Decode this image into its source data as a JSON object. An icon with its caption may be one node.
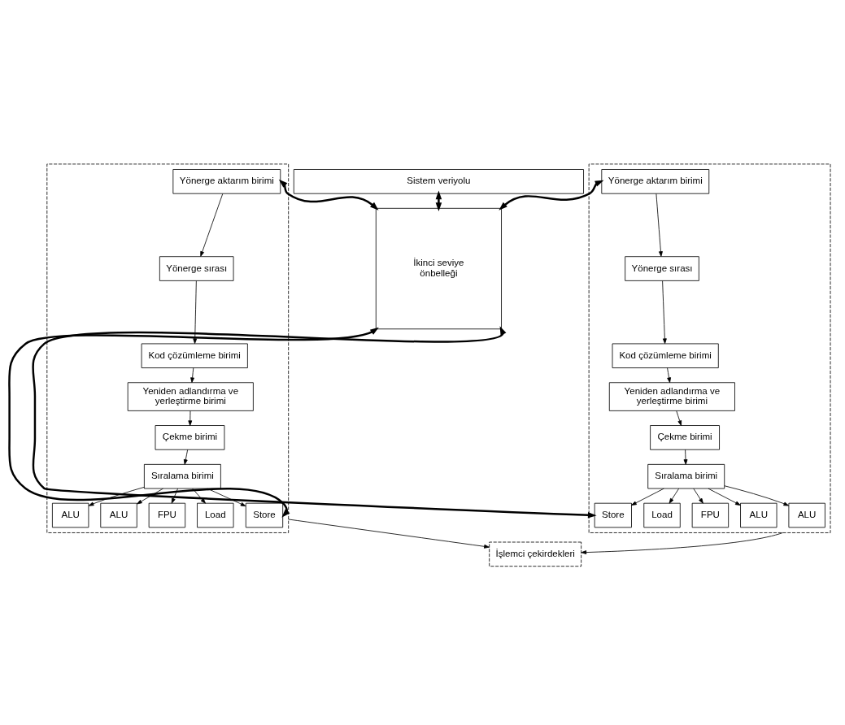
{
  "diagram": {
    "nodes": [
      {
        "text": [
          "Sistem veriyolu"
        ]
      },
      {
        "text": [],
        "shape": "box"
      },
      {
        "text": [
          "Yönerge aktarım birimi"
        ],
        "in": 1
      },
      {
        "text": [
          "Yönerge sırası"
        ],
        "in": 1
      },
      {
        "text": [
          "Kod çözümleme birimi"
        ],
        "in": 1
      },
      {
        "text": [
          "Yeniden adlandırma ve yerleştirme birimi"
        ],
        "in": 1
      },
      {
        "text": [
          "Çekme birimi"
        ],
        "in": 1
      },
      {
        "text": [
          "Sıralama birimi"
        ],
        "in": 1
      },
      {
        "text": [
          "ALU"
        ],
        "in": 1
      },
      {
        "text": [
          "ALU"
        ],
        "in": 1
      },
      {
        "text": [
          "FPU"
        ],
        "in": 1
      },
      {
        "text": [
          "Load"
        ],
        "in": 1
      },
      {
        "text": [
          "Store"
        ],
        "in": 1
      },
      {
        "text": [
          "İkinci seviye önbelleği"
        ]
      },
      {
        "text": [],
        "shape": "box"
      },
      {
        "text": [
          "Yönerge aktarım birimi"
        ],
        "in": 14
      },
      {
        "text": [
          "Yönerge sırası"
        ],
        "in": 14
      },
      {
        "text": [
          "Kod çözümleme birimi"
        ],
        "in": 14
      },
      {
        "text": [
          "Yeniden adlandırma ve yerleştirme birimi"
        ],
        "in": 14
      },
      {
        "text": [
          "Çekme birimi"
        ],
        "in": 14
      },
      {
        "text": [
          "Sıralama birimi"
        ],
        "in": 14
      },
      {
        "text": [
          "Store"
        ],
        "in": 14
      },
      {
        "text": [
          "Load"
        ],
        "in": 14
      },
      {
        "text": [
          "FPU"
        ],
        "in": 14
      },
      {
        "text": [
          "ALU"
        ],
        "in": 14
      },
      {
        "text": [
          "ALU"
        ],
        "in": 14
      },
      {
        "text": [
          "İşlemci çekirdekleri"
        ]
      }
    ],
    "edges": [
      {
        "from": 0,
        "to": 13,
        "arrow": "both",
        "style": "thick"
      },
      {
        "from": 2,
        "to": 13,
        "arrow": "both",
        "style": "thick"
      },
      {
        "from": 15,
        "to": 13,
        "arrow": "both",
        "style": "thick"
      },
      {
        "from": 2,
        "to": 3,
        "arrow": "to"
      },
      {
        "from": 3,
        "to": 4,
        "arrow": "to"
      },
      {
        "from": 4,
        "to": 5,
        "arrow": "to"
      },
      {
        "from": 5,
        "to": 6,
        "arrow": "to"
      },
      {
        "from": 6,
        "to": 7,
        "arrow": "to"
      },
      {
        "from": 7,
        "to": 8,
        "arrow": "to"
      },
      {
        "from": 7,
        "to": 9,
        "arrow": "to"
      },
      {
        "from": 7,
        "to": 10,
        "arrow": "to"
      },
      {
        "from": 7,
        "to": 11,
        "arrow": "to"
      },
      {
        "from": 7,
        "to": 12,
        "arrow": "to"
      },
      {
        "from": 15,
        "to": 16,
        "arrow": "to"
      },
      {
        "from": 16,
        "to": 17,
        "arrow": "to"
      },
      {
        "from": 17,
        "to": 18,
        "arrow": "to"
      },
      {
        "from": 18,
        "to": 19,
        "arrow": "to"
      },
      {
        "from": 19,
        "to": 20,
        "arrow": "to"
      },
      {
        "from": 20,
        "to": 21,
        "arrow": "to"
      },
      {
        "from": 20,
        "to": 22,
        "arrow": "to"
      },
      {
        "from": 20,
        "to": 23,
        "arrow": "to"
      },
      {
        "from": 20,
        "to": 24,
        "arrow": "to"
      },
      {
        "from": 20,
        "to": 25,
        "arrow": "to"
      },
      {
        "from": 12,
        "to": 13,
        "arrow": "both",
        "style": "thick"
      },
      {
        "from": 21,
        "to": 13,
        "arrow": "both",
        "style": "thick"
      },
      {
        "from": 1,
        "to": 26,
        "arrow": "to"
      },
      {
        "from": 14,
        "to": 26,
        "arrow": "to"
      }
    ]
  }
}
